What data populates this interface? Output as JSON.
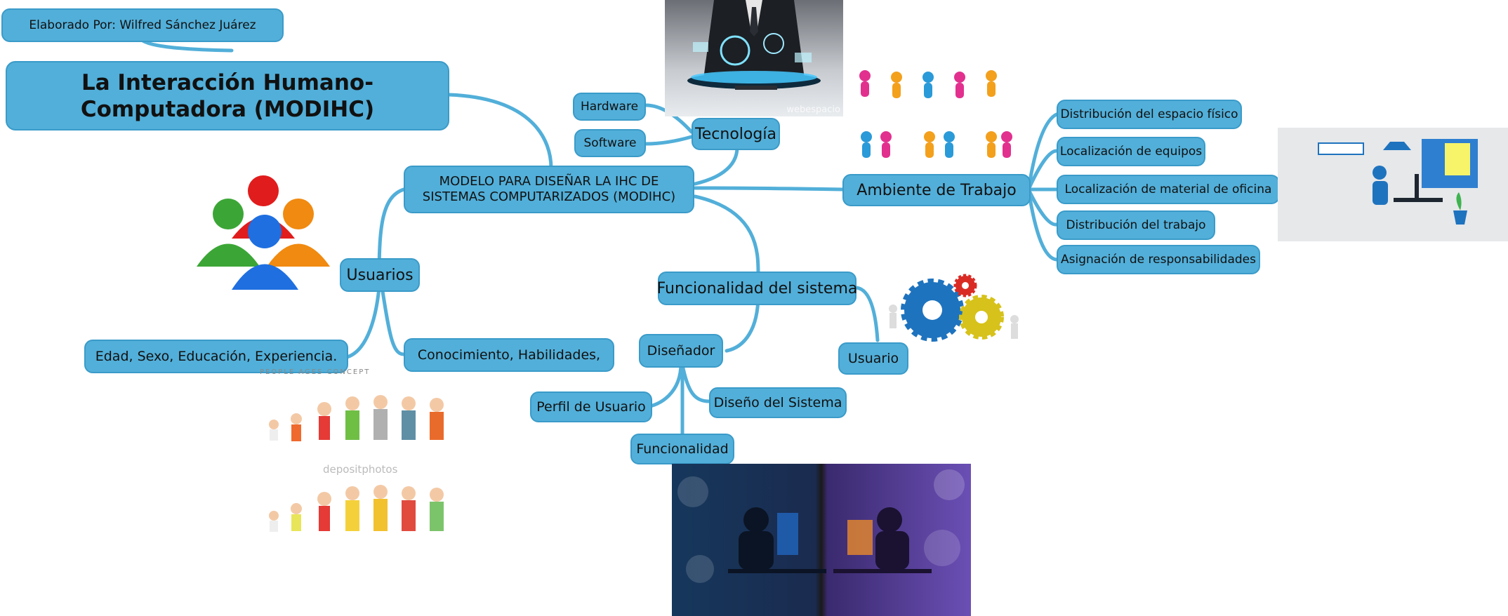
{
  "author": "Elaborado Por: Wilfred Sánchez Juárez",
  "root_title": "La Interacción Humano-Computadora (MODIHC)",
  "central": "MODELO PARA DISEÑAR LA IHC DE SISTEMAS COMPUTARIZADOS (MODIHC)",
  "tecnologia": {
    "label": "Tecnología",
    "children": [
      "Hardware",
      "Software"
    ]
  },
  "ambiente": {
    "label": "Ambiente de Trabajo",
    "children": [
      "Distribución del espacio físico",
      "Localización de equipos",
      "Localización de material de oficina",
      "Distribución del trabajo",
      "Asignación de responsabilidades"
    ]
  },
  "usuarios": {
    "label": "Usuarios",
    "children": [
      "Edad, Sexo, Educación, Experiencia.",
      "Conocimiento, Habilidades,"
    ]
  },
  "funcionalidad": {
    "label": "Funcionalidad del sistema",
    "children": [
      "Diseñador",
      "Usuario"
    ]
  },
  "disenador": {
    "children": [
      "Perfil de Usuario",
      "Diseño del Sistema",
      "Funcionalidad"
    ]
  },
  "image_texts": {
    "webespacio": "webespacio",
    "people_ages": "PEOPLE AGES CONCEPT",
    "depositphotos": "depositphotos"
  },
  "colors": {
    "node": "#52afd9",
    "link": "#52afd9",
    "border": "#3a9bc9"
  }
}
